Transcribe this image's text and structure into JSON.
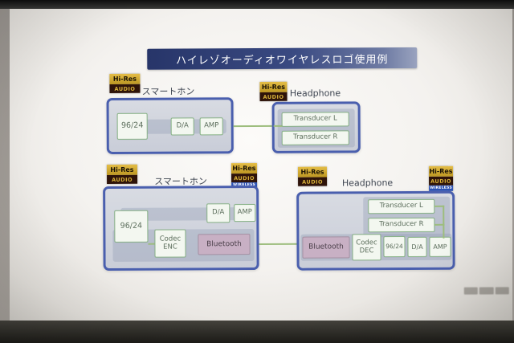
{
  "slide": {
    "title": "ハイレゾオーディオワイヤレスロゴ使用例"
  },
  "logos": {
    "hires_audio": {
      "line1": "Hi-Res",
      "line2": "AUDIO"
    },
    "hires_audio_wireless": {
      "line1": "Hi-Res",
      "line2": "AUDIO",
      "line3": "WIRELESS"
    }
  },
  "colors": {
    "title_bar_blue": "#2e3c6e",
    "device_box_blue": "#4a5fae",
    "component_green_border": "#8ab489",
    "bluetooth_mauve": "#c8b0c4",
    "hires_gold": "#c9a227",
    "hires_dark": "#2e1309",
    "wireless_blue": "#2d53b5"
  },
  "diagram_wired": {
    "smartphone": {
      "label": "スマートホン",
      "source": "96/24",
      "dac": "D/A",
      "amp": "AMP"
    },
    "headphone": {
      "label": "Headphone",
      "transducer_l": "Transducer L",
      "transducer_r": "Transducer R"
    }
  },
  "diagram_wireless": {
    "smartphone": {
      "label": "スマートホン",
      "source": "96/24",
      "dac": "D/A",
      "amp": "AMP",
      "codec_enc": "Codec\nENC",
      "bluetooth": "Bluetooth"
    },
    "headphone": {
      "label": "Headphone",
      "bluetooth": "Bluetooth",
      "codec_dec": "Codec\nDEC",
      "source": "96/24",
      "dac": "D/A",
      "amp": "AMP",
      "transducer_l": "Transducer L",
      "transducer_r": "Transducer R"
    }
  }
}
